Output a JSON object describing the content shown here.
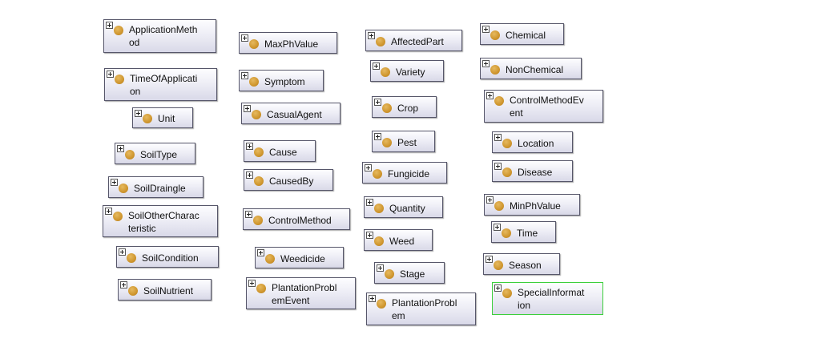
{
  "diagram": {
    "nodes": [
      {
        "id": "ApplicationMethod",
        "lines": [
          "ApplicationMeth",
          "od"
        ]
      },
      {
        "id": "TimeOfApplication",
        "lines": [
          "TimeOfApplicati",
          "on"
        ]
      },
      {
        "id": "Unit",
        "lines": [
          "Unit"
        ]
      },
      {
        "id": "SoilType",
        "lines": [
          "SoilType"
        ]
      },
      {
        "id": "SoilDraingle",
        "lines": [
          "SoilDraingle"
        ]
      },
      {
        "id": "SoilOtherCharacteristic",
        "lines": [
          "SoilOtherCharac",
          "teristic"
        ]
      },
      {
        "id": "SoilCondition",
        "lines": [
          "SoilCondition"
        ]
      },
      {
        "id": "SoilNutrient",
        "lines": [
          "SoilNutrient"
        ]
      },
      {
        "id": "MaxPhValue",
        "lines": [
          "MaxPhValue"
        ]
      },
      {
        "id": "Symptom",
        "lines": [
          "Symptom"
        ]
      },
      {
        "id": "CasualAgent",
        "lines": [
          "CasualAgent"
        ]
      },
      {
        "id": "Cause",
        "lines": [
          "Cause"
        ]
      },
      {
        "id": "CausedBy",
        "lines": [
          "CausedBy"
        ]
      },
      {
        "id": "ControlMethod",
        "lines": [
          "ControlMethod"
        ]
      },
      {
        "id": "Weedicide",
        "lines": [
          "Weedicide"
        ]
      },
      {
        "id": "PlantationProblemEvent",
        "lines": [
          "PlantationProbl",
          "emEvent"
        ]
      },
      {
        "id": "AffectedPart",
        "lines": [
          "AffectedPart"
        ]
      },
      {
        "id": "Variety",
        "lines": [
          "Variety"
        ]
      },
      {
        "id": "Crop",
        "lines": [
          "Crop"
        ]
      },
      {
        "id": "Pest",
        "lines": [
          "Pest"
        ]
      },
      {
        "id": "Fungicide",
        "lines": [
          "Fungicide"
        ]
      },
      {
        "id": "Quantity",
        "lines": [
          "Quantity"
        ]
      },
      {
        "id": "Weed",
        "lines": [
          "Weed"
        ]
      },
      {
        "id": "Stage",
        "lines": [
          "Stage"
        ]
      },
      {
        "id": "PlantationProblem",
        "lines": [
          "PlantationProbl",
          "em"
        ]
      },
      {
        "id": "Chemical",
        "lines": [
          "Chemical"
        ]
      },
      {
        "id": "NonChemical",
        "lines": [
          "NonChemical"
        ]
      },
      {
        "id": "ControlMethodEvent",
        "lines": [
          "ControlMethodEv",
          "ent"
        ]
      },
      {
        "id": "Location",
        "lines": [
          "Location"
        ]
      },
      {
        "id": "Disease",
        "lines": [
          "Disease"
        ]
      },
      {
        "id": "MinPhValue",
        "lines": [
          "MinPhValue"
        ]
      },
      {
        "id": "Time",
        "lines": [
          "Time"
        ]
      },
      {
        "id": "Season",
        "lines": [
          "Season"
        ]
      },
      {
        "id": "SpecialInformation",
        "lines": [
          "SpecialInformat",
          "ion"
        ],
        "selected": true
      }
    ],
    "colors": {
      "class_icon": "#cf962e",
      "border": "#56566a",
      "selected_border": "#3ccf3c"
    },
    "icons": {
      "expand": "plus-box-icon",
      "class": "class-circle-icon"
    }
  }
}
